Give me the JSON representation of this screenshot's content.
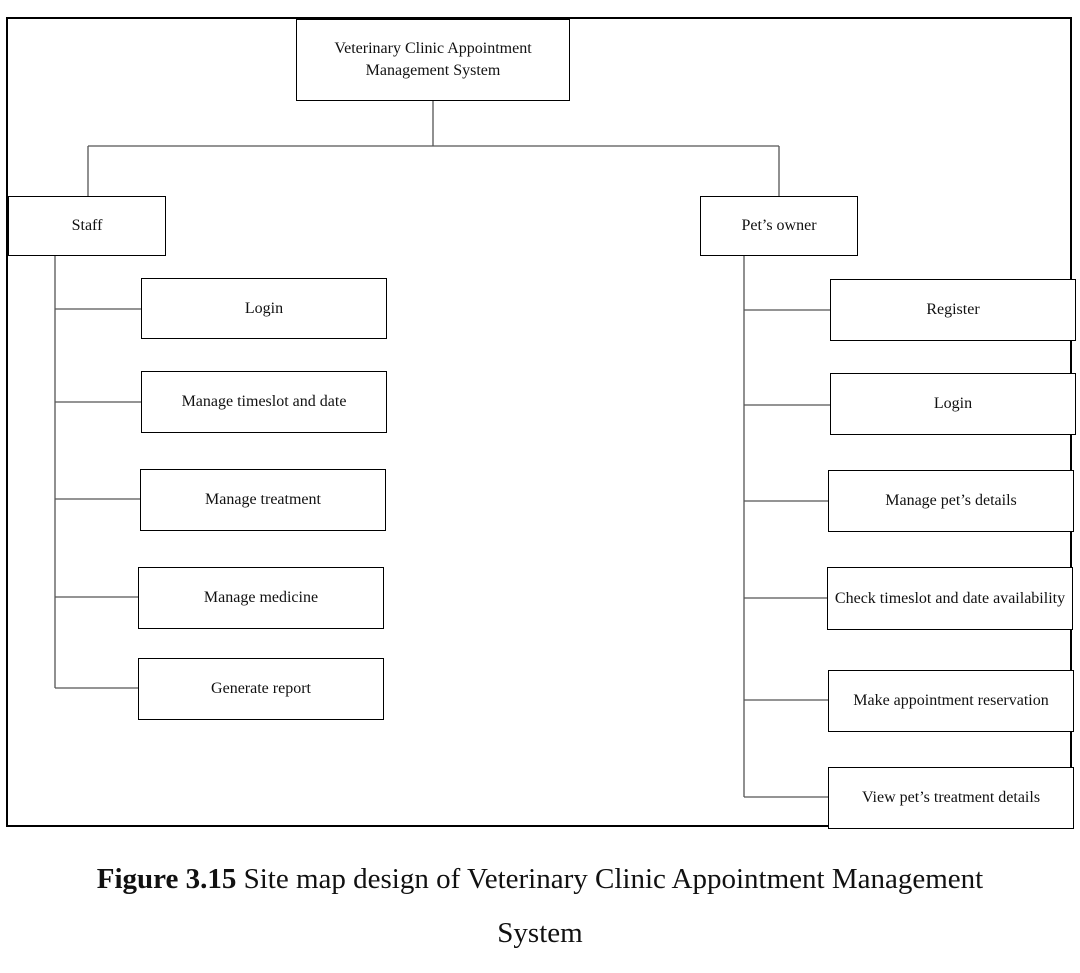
{
  "diagram": {
    "root": {
      "label": "Veterinary Clinic Appointment Management System"
    },
    "branches": [
      {
        "label": "Staff",
        "children": [
          "Login",
          "Manage timeslot and date",
          "Manage treatment",
          "Manage medicine",
          "Generate report"
        ]
      },
      {
        "label": "Pet’s owner",
        "children": [
          "Register",
          "Login",
          "Manage pet’s details",
          "Check timeslot and date availability",
          "Make appointment reservation",
          "View pet’s treatment details"
        ]
      }
    ]
  },
  "caption": {
    "number": "Figure 3.15",
    "text_line1": "Site map design of Veterinary Clinic Appointment Management",
    "text_line2": "System"
  }
}
